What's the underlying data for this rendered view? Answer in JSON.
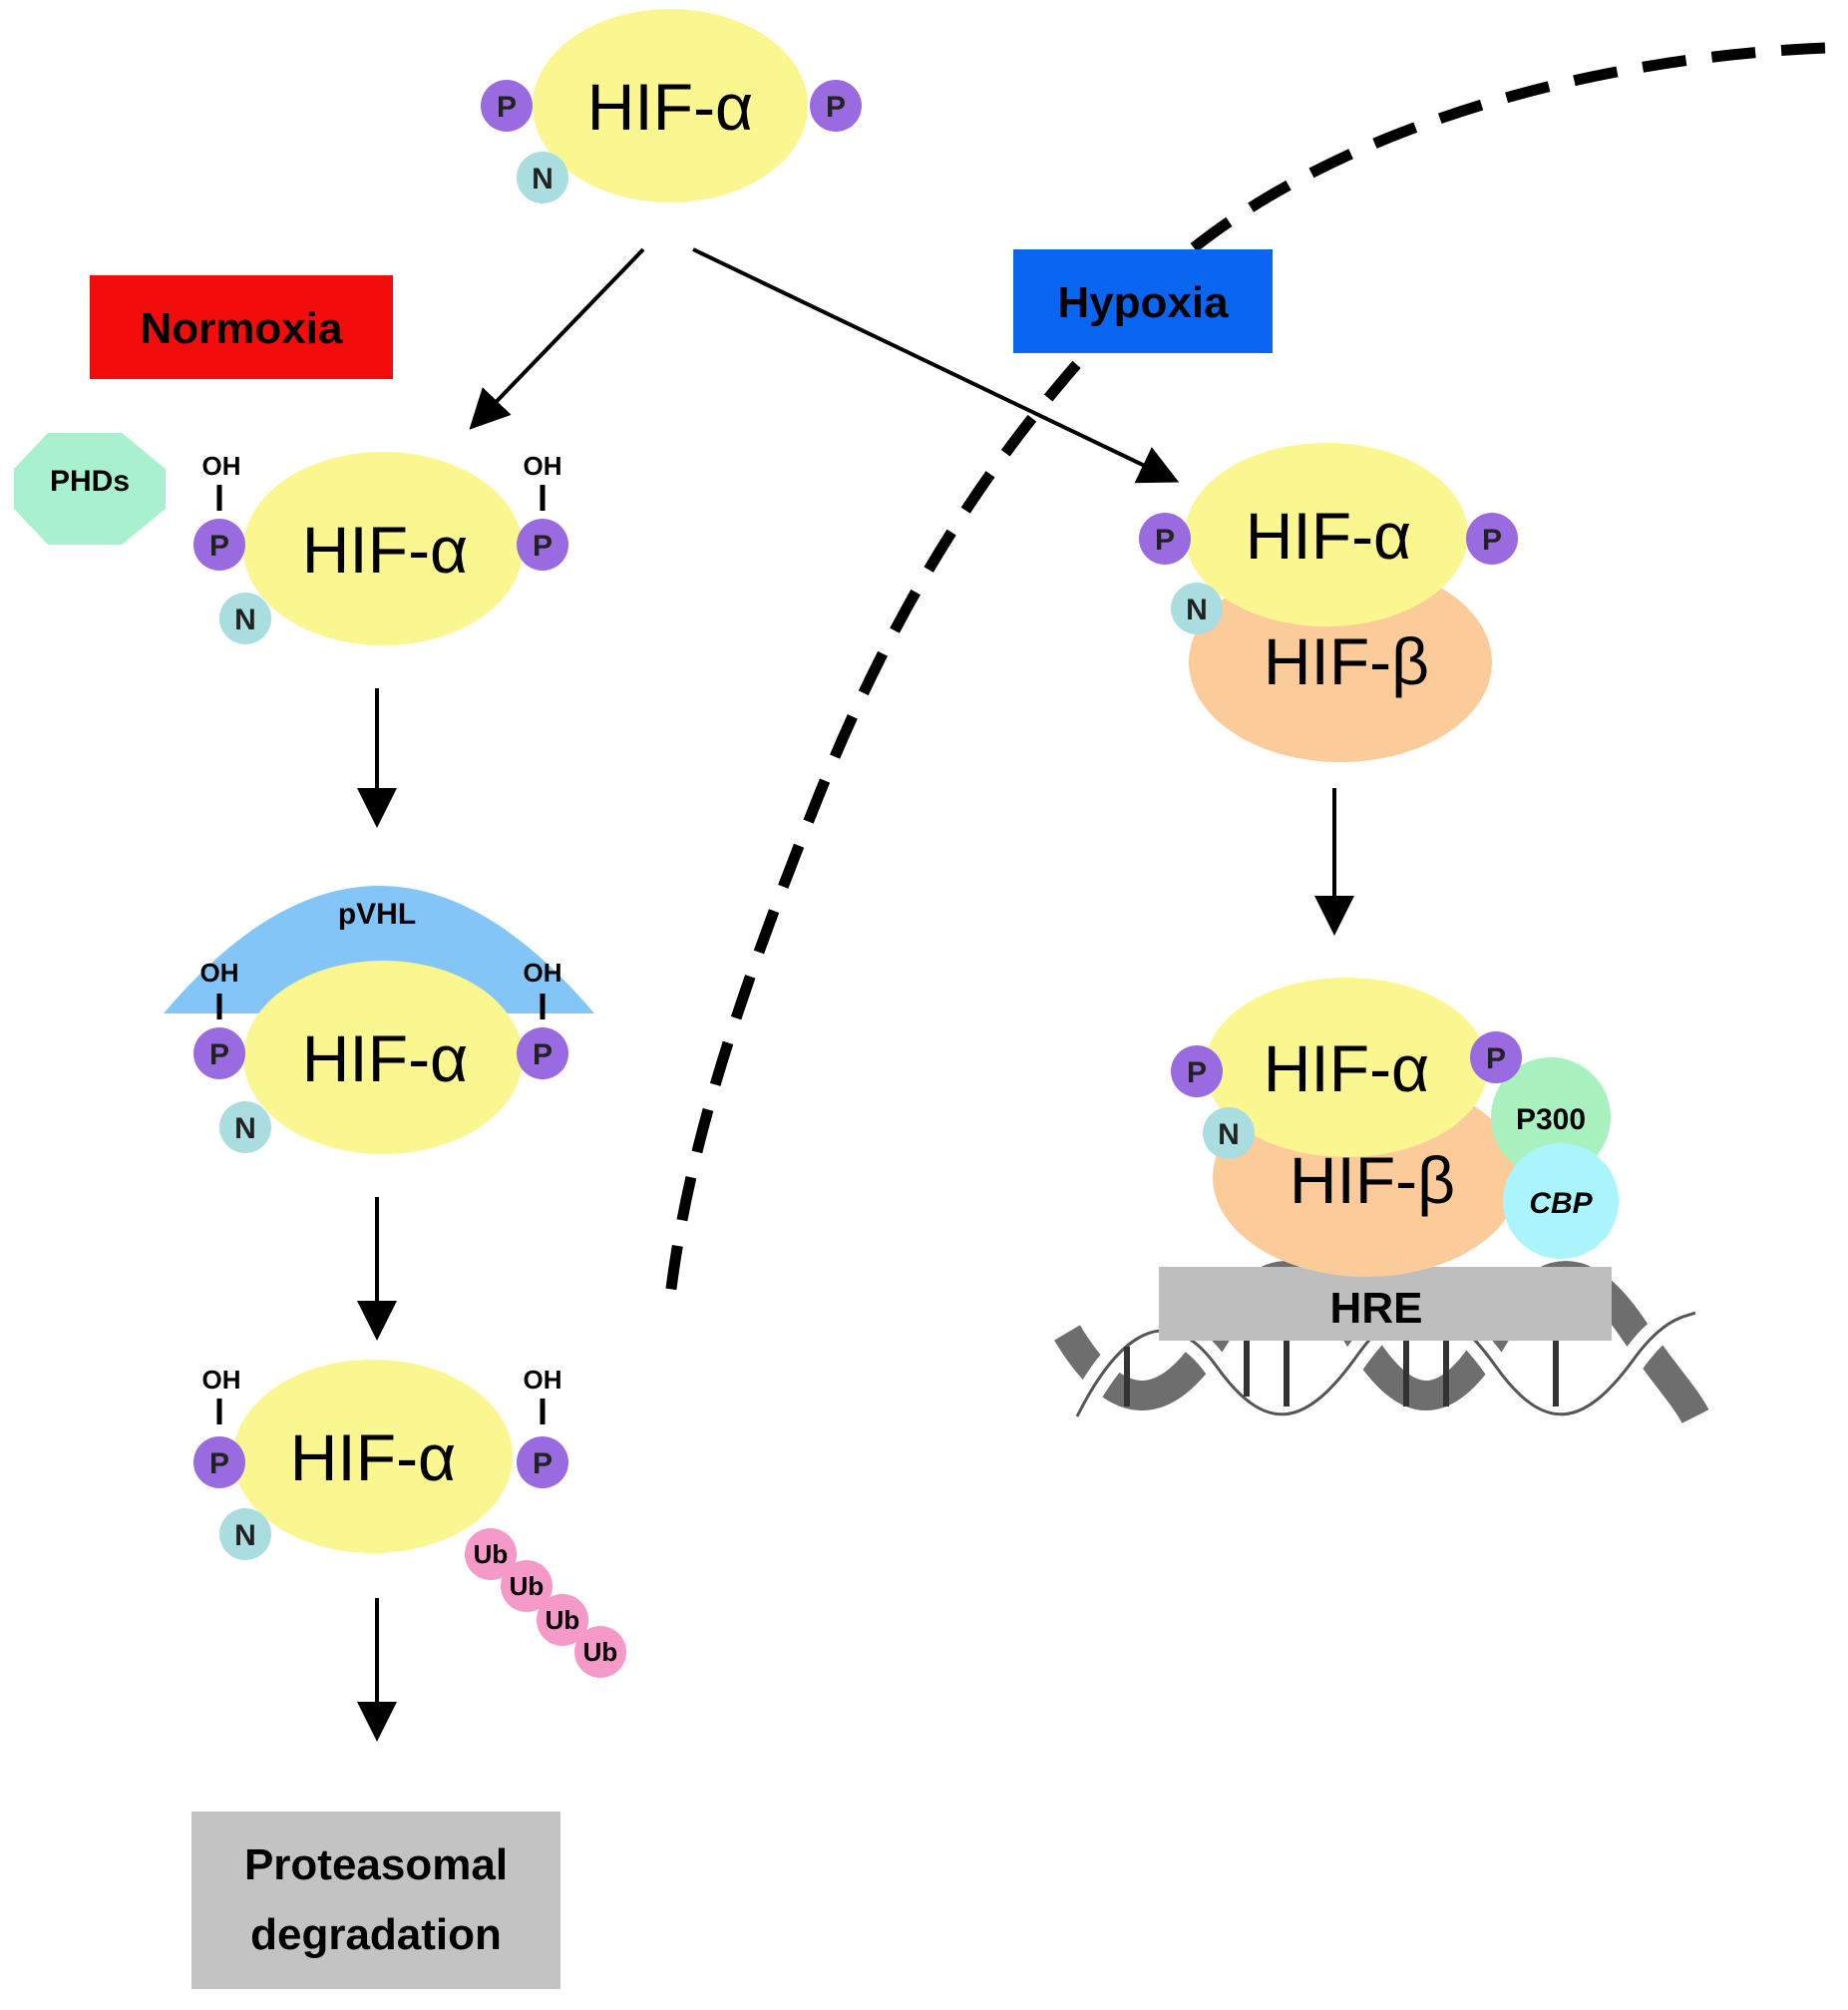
{
  "labels": {
    "hif_alpha": "HIF-α",
    "hif_beta": "HIF-β",
    "p": "P",
    "n": "N",
    "oh": "OH",
    "ub": "Ub",
    "phds": "PHDs",
    "pvhl": "pVHL",
    "p300": "P300",
    "cbp": "CBP",
    "hre": "HRE",
    "normoxia": "Normoxia",
    "hypoxia": "Hypoxia",
    "proteasomal_line1": "Proteasomal",
    "proteasomal_line2": "degradation"
  },
  "colors": {
    "hif_alpha": "#FAF791",
    "hif_beta": "#FBCB9A",
    "phospho": "#9A6BE0",
    "n_dot": "#A9DDE0",
    "ub": "#F59AC8",
    "phds": "#A9F1CE",
    "pvhl": "#84C5F7",
    "p300": "#A9F1BE",
    "cbp": "#A9F5FB",
    "hre": "#BEBEBE",
    "normoxia": "#F20C0C",
    "hypoxia": "#0A66F0",
    "proteasomal": "#C3C3C3"
  }
}
